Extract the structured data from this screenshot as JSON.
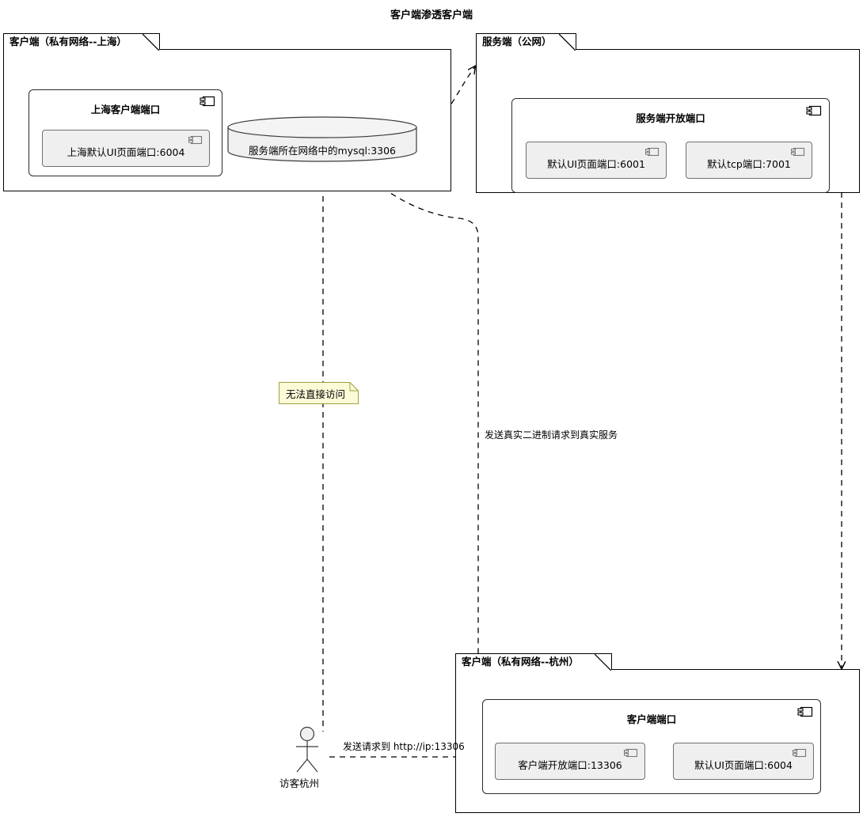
{
  "diagram": {
    "title": "客户端渗透客户端",
    "type": "uml-deployment-diagram",
    "background": "#ffffff",
    "line_color": "#000000",
    "leaf_fill": "#efefef",
    "note_fill": "#fbfbd8"
  },
  "packages": [
    {
      "id": "client-shanghai",
      "label": "客户端（私有网络--上海）",
      "components": [
        {
          "id": "shanghai-client-port",
          "title": "上海客户端端口",
          "icon": "component-icon",
          "leaves": [
            {
              "id": "shanghai-ui-port",
              "label": "上海默认UI页面端口:6004",
              "icon": "component-icon"
            }
          ]
        }
      ],
      "databases": [
        {
          "id": "server-network-mysql",
          "label": "服务端所在网络中的mysql:3306"
        }
      ]
    },
    {
      "id": "server-public",
      "label": "服务端（公网）",
      "components": [
        {
          "id": "server-open-port",
          "title": "服务端开放端口",
          "icon": "component-icon",
          "leaves": [
            {
              "id": "server-ui-port",
              "label": "默认UI页面端口:6001",
              "icon": "component-icon"
            },
            {
              "id": "server-tcp-port",
              "label": "默认tcp端口:7001",
              "icon": "component-icon"
            }
          ]
        }
      ]
    },
    {
      "id": "client-hangzhou",
      "label": "客户端（私有网络--杭州）",
      "components": [
        {
          "id": "hangzhou-client-port",
          "title": "客户端端口",
          "icon": "component-icon",
          "leaves": [
            {
              "id": "hangzhou-open-port",
              "label": "客户端开放端口:13306",
              "icon": "component-icon"
            },
            {
              "id": "hangzhou-ui-port",
              "label": "默认UI页面端口:6004",
              "icon": "component-icon"
            }
          ]
        }
      ]
    }
  ],
  "notes": [
    {
      "id": "cannot-access-note",
      "text": "无法直接访问"
    }
  ],
  "actors": [
    {
      "id": "visitor-hangzhou",
      "label": "访客杭州"
    }
  ],
  "edges": [
    {
      "id": "edge-shanghai-to-server",
      "from": "client-shanghai",
      "to": "server-public",
      "label": "",
      "style": "dashed",
      "arrow": "open"
    },
    {
      "id": "edge-mysql-to-actor",
      "from": "server-network-mysql",
      "to": "visitor-hangzhou",
      "label": "无法直接访问",
      "style": "dashed",
      "arrow": "none"
    },
    {
      "id": "edge-hangzhou-to-mysql",
      "from": "hangzhou-open-port",
      "to": "server-network-mysql",
      "label": "",
      "style": "dashed",
      "arrow": "open"
    },
    {
      "id": "edge-server-to-hangzhou",
      "from": "server-public",
      "to": "client-hangzhou",
      "label": "发送真实二进制请求到真实服务",
      "style": "dashed",
      "arrow": "open"
    },
    {
      "id": "edge-actor-to-hangzhou-port",
      "from": "visitor-hangzhou",
      "to": "hangzhou-open-port",
      "label": "发送请求到 http://ip:13306",
      "style": "dashed",
      "arrow": "open"
    }
  ],
  "edge_labels": {
    "binary_request": "发送真实二进制请求到真实服务",
    "http_request": "发送请求到 http://ip:13306"
  }
}
